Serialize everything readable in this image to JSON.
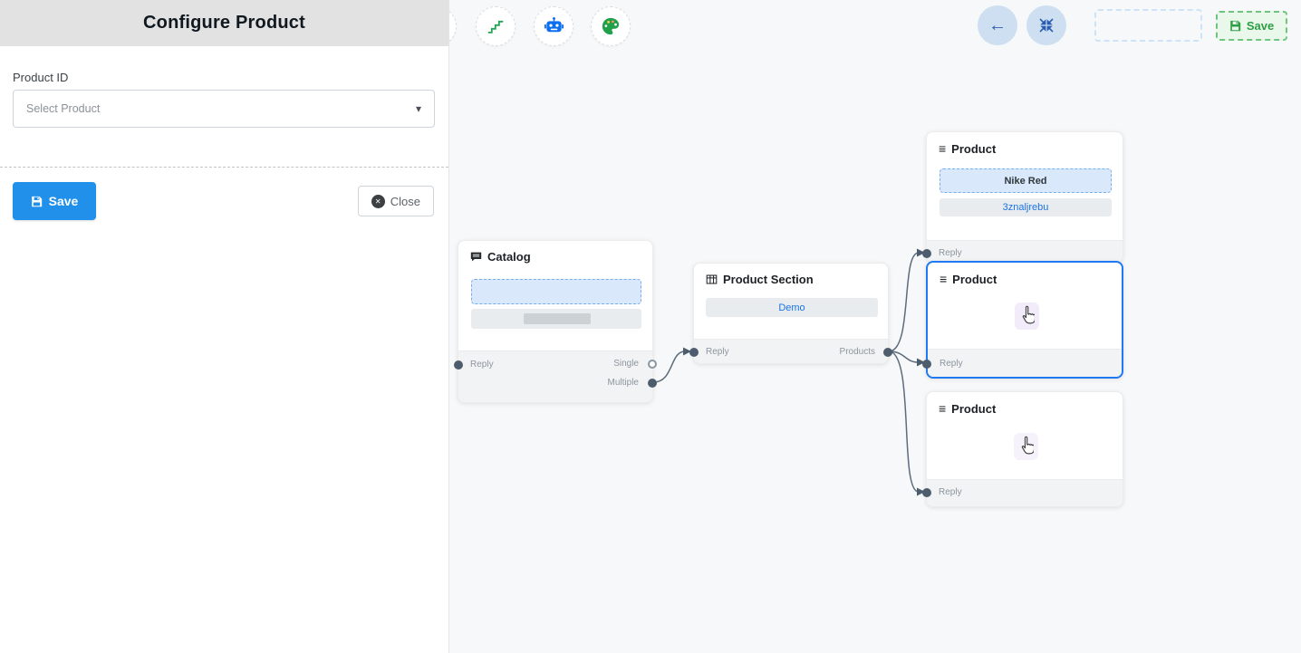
{
  "panel": {
    "title": "Configure Product",
    "field_label": "Product ID",
    "select_placeholder": "Select Product",
    "save_button": "Save",
    "close_button": "Close"
  },
  "toolbar": {
    "save_label": "Save"
  },
  "nodes": {
    "catalog": {
      "title": "Catalog",
      "reply": "Reply",
      "single": "Single",
      "multiple": "Multiple"
    },
    "product_section": {
      "title": "Product Section",
      "value": "Demo",
      "reply": "Reply",
      "products": "Products"
    },
    "product_top": {
      "title": "Product",
      "product_name": "Nike Red",
      "product_id": "3znaljrebu",
      "reply": "Reply"
    },
    "product_middle": {
      "title": "Product",
      "reply": "Reply"
    },
    "product_bottom": {
      "title": "Product",
      "reply": "Reply"
    }
  },
  "colors": {
    "accent_blue": "#1f79f3",
    "save_button_blue": "#2090ea",
    "toolbar_green": "#28a745",
    "link_blue": "#1a73e8",
    "selected_field_bg": "#d9e8fa",
    "field_bg": "#e9ecef",
    "edge": "#5c6c7c",
    "canvas_bg": "#f7f8f9",
    "panel_header_bg": "#e2e2e2"
  }
}
